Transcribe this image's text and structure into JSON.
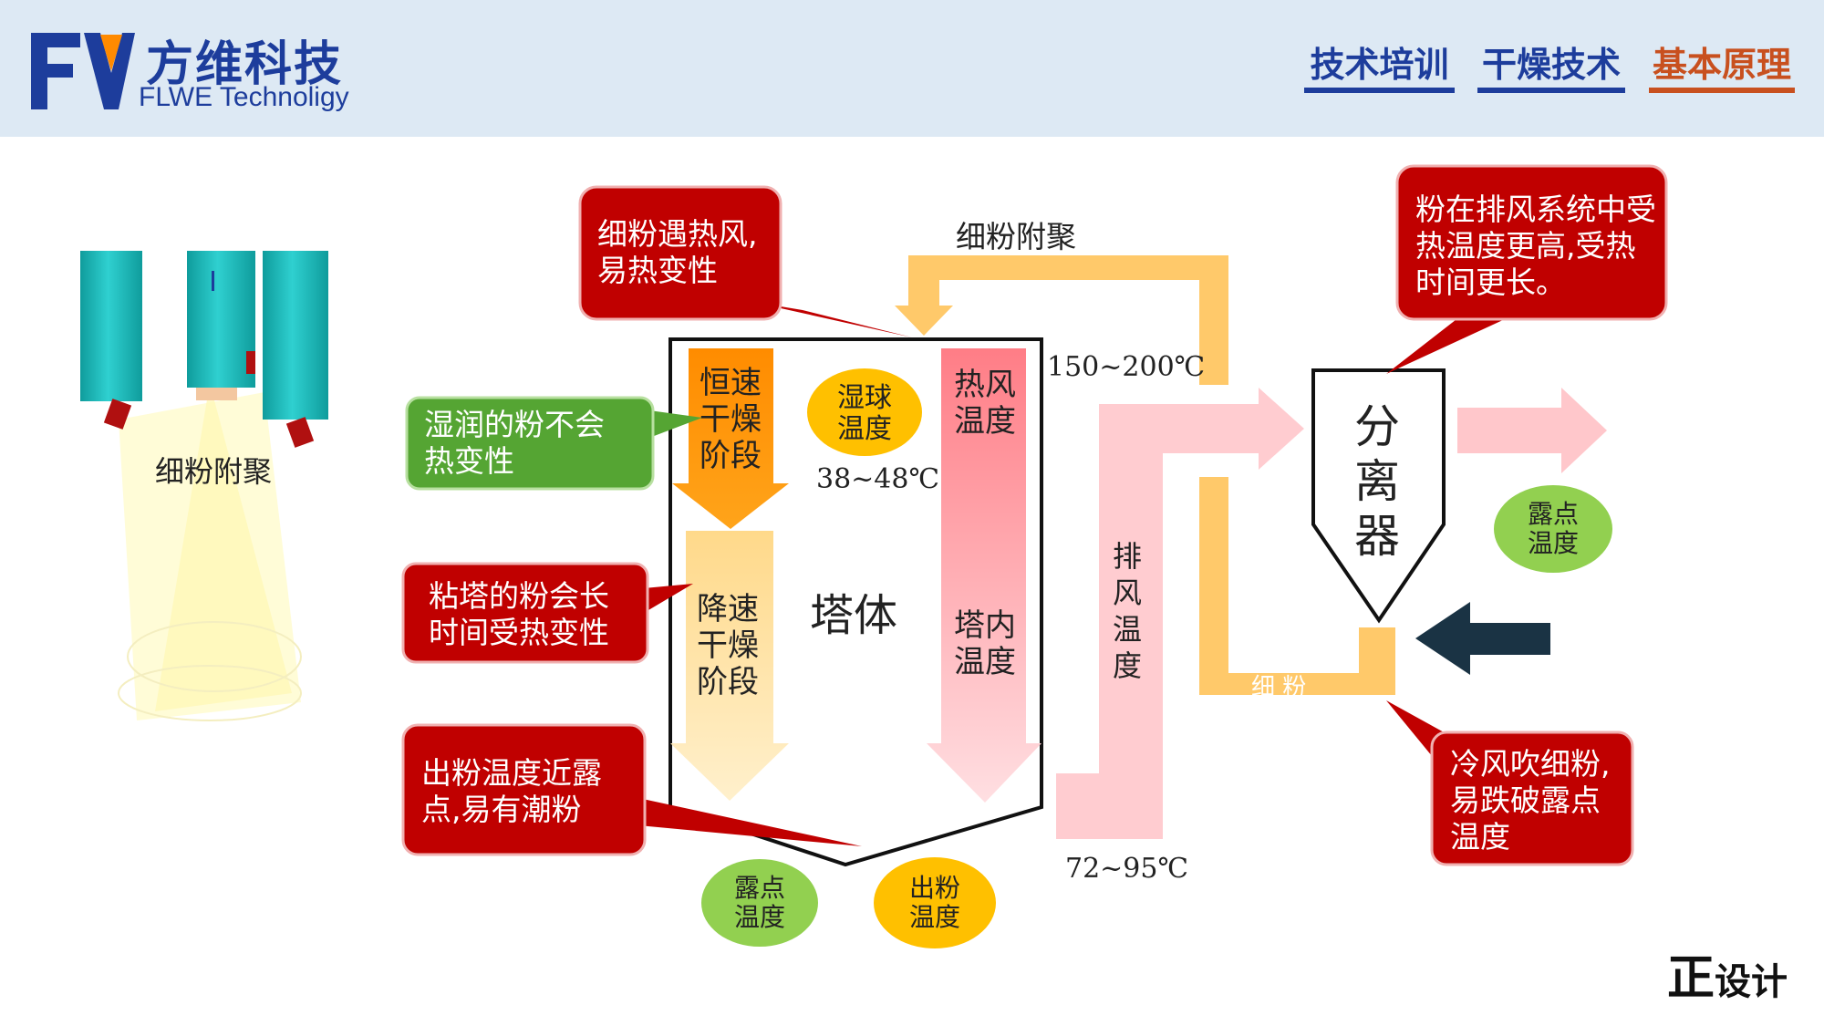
{
  "header": {
    "brand_cn": "方维科技",
    "brand_en": "FLWE Technoligy",
    "nav": [
      {
        "label": "技术培训"
      },
      {
        "label": "干燥技术"
      },
      {
        "label": "基本原理"
      }
    ]
  },
  "colors": {
    "header_bg": "#dde9f4",
    "brand_blue": "#1d3d9c",
    "accent_orange": "#c8501f",
    "callout_red": "#c00000",
    "callout_green": "#55a533",
    "tube_teal": "#16b5b5",
    "flow_yellow": "#ffc96a",
    "flow_pink": "#ffb8bd",
    "circle_yellow": "#ffc000",
    "circle_green": "#92d050"
  },
  "diagram": {
    "nozzle_label": "细粉附聚",
    "top_label": "细粉附聚",
    "tower_label": "塔体",
    "separator_label": "分离器",
    "const_rate_stage": "恒速干燥阶段",
    "falling_rate_stage": "降速干燥阶段",
    "wet_bulb": "湿球温度",
    "wet_bulb_range": "38~48℃",
    "hot_air_temp": "热风温度",
    "tower_inner_temp": "塔内温度",
    "exhaust_temp": "排风温度",
    "inlet_range": "150~200℃",
    "outlet_range": "72~95℃",
    "fines_label": "细 粉",
    "dew_point": "露点温度",
    "dew_point_right": "露点温度",
    "powder_out_temp": "出粉温度"
  },
  "callouts": {
    "top": "细粉遇热风,易热变性",
    "top_right": "粉在排风系统中受热温度更高,受热时间更长。",
    "green": "湿润的粉不会热变性",
    "middle": "粘塔的粉会长时间受热变性",
    "bottom": "出粉温度近露点,易有潮粉",
    "bottom_right": "冷风吹细粉,易跌破露点温度"
  },
  "footer": {
    "mark": "正",
    "mark_text": "设计"
  }
}
